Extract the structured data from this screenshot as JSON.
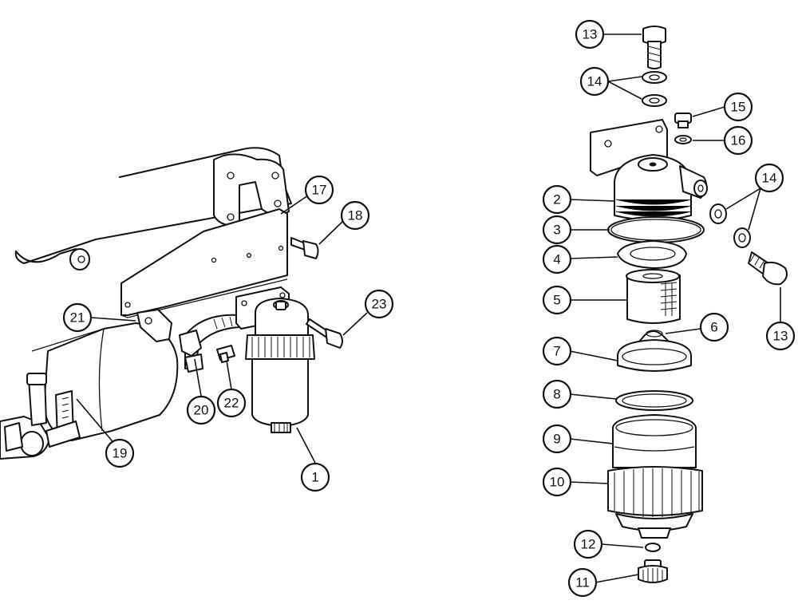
{
  "callouts": [
    {
      "id": "c1",
      "label": "1"
    },
    {
      "id": "c2",
      "label": "2"
    },
    {
      "id": "c3",
      "label": "3"
    },
    {
      "id": "c4",
      "label": "4"
    },
    {
      "id": "c5",
      "label": "5"
    },
    {
      "id": "c6",
      "label": "6"
    },
    {
      "id": "c7",
      "label": "7"
    },
    {
      "id": "c8",
      "label": "8"
    },
    {
      "id": "c9",
      "label": "9"
    },
    {
      "id": "c10",
      "label": "10"
    },
    {
      "id": "c11",
      "label": "11"
    },
    {
      "id": "c12",
      "label": "12"
    },
    {
      "id": "c13a",
      "label": "13"
    },
    {
      "id": "c13b",
      "label": "13"
    },
    {
      "id": "c14a",
      "label": "14"
    },
    {
      "id": "c14b",
      "label": "14"
    },
    {
      "id": "c15",
      "label": "15"
    },
    {
      "id": "c16",
      "label": "16"
    },
    {
      "id": "c17",
      "label": "17"
    },
    {
      "id": "c18",
      "label": "18"
    },
    {
      "id": "c19",
      "label": "19"
    },
    {
      "id": "c20",
      "label": "20"
    },
    {
      "id": "c21",
      "label": "21"
    },
    {
      "id": "c22",
      "label": "22"
    },
    {
      "id": "c23",
      "label": "23"
    }
  ]
}
